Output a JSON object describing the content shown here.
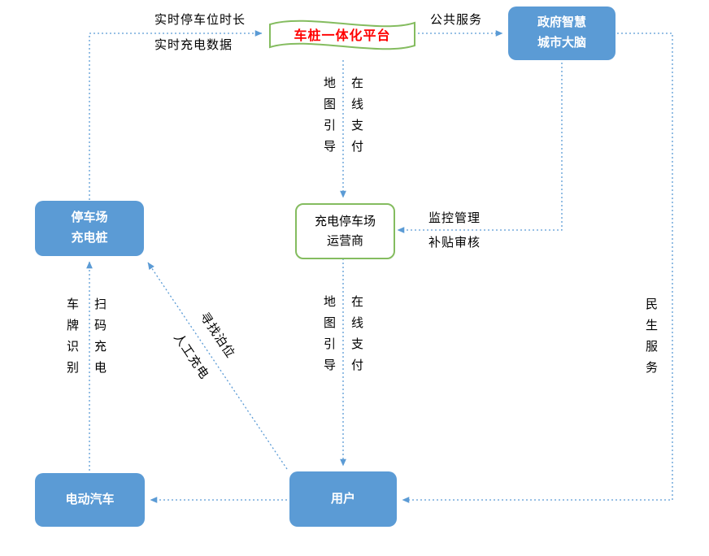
{
  "colors": {
    "box_fill": "#5B9BD5",
    "green_border": "#84BC5F",
    "platform_text": "#FF0000",
    "arrow": "#5B9BD5",
    "label_text": "#000000"
  },
  "boxes": {
    "platform": {
      "label": "车桩一体化平台"
    },
    "government": {
      "line1": "政府智慧",
      "line2": "城市大脑"
    },
    "parking": {
      "line1": "停车场",
      "line2": "充电桩"
    },
    "operator": {
      "line1": "充电停车场",
      "line2": "运营商"
    },
    "ev": {
      "label": "电动汽车"
    },
    "user": {
      "label": "用户"
    }
  },
  "edge_labels": {
    "realtime_parking_duration": "实时停车位时长",
    "realtime_charging_data": "实时充电数据",
    "public_service": "公共服务",
    "map_guidance_top": "地图引导",
    "online_payment_top": "在线支付",
    "monitoring_management": "监控管理",
    "subsidy_review": "补贴审核",
    "map_guidance_bottom": "地图引导",
    "online_payment_bottom": "在线支付",
    "plate_recognition": "车牌识别",
    "scan_code_charging": "扫码充电",
    "find_parking_spot": "寻找泊位",
    "manual_charging": "人工充电",
    "livelihood_service": "民生服务"
  }
}
